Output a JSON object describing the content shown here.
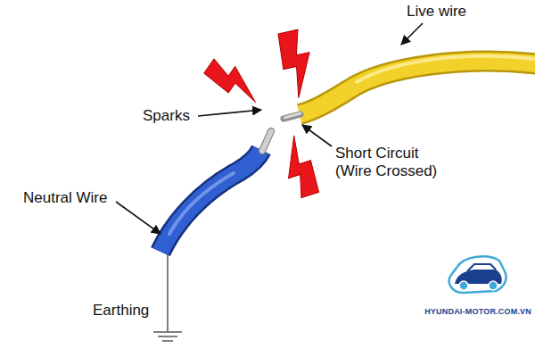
{
  "diagram": {
    "labels": [
      "Live wire",
      "Sparks",
      "Short Circuit (Wire Crossed)",
      "Neutral Wire",
      "Earthing",
      "HYUNDAI-MOTOR.COM.VN"
    ]
  }
}
